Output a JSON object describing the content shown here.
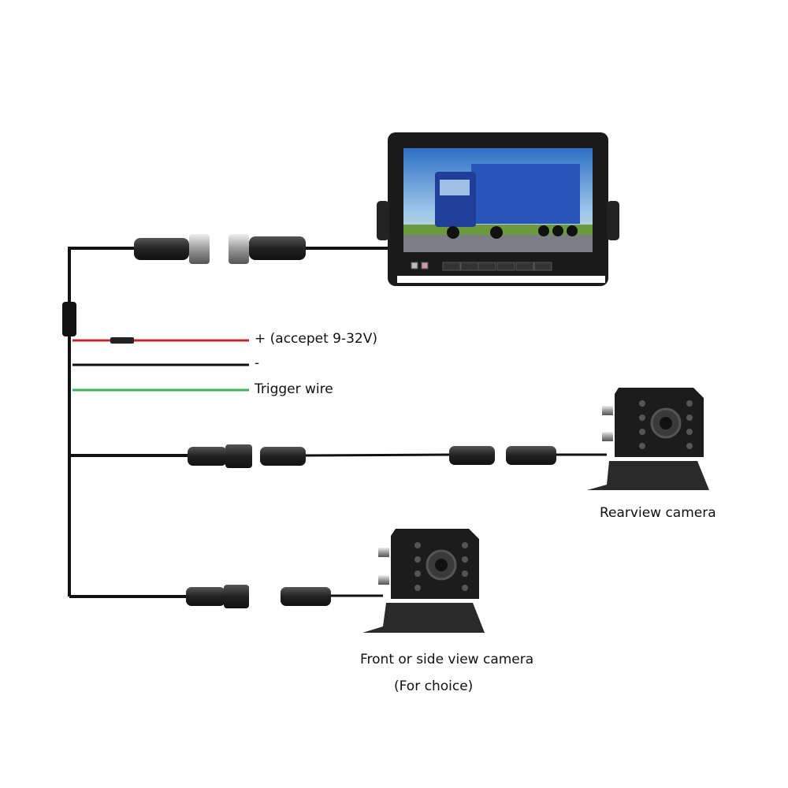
{
  "title": "Monitor and camera wiring diagram",
  "wires": {
    "power_positive": "+ (accepet 9-32V)",
    "power_negative": "-",
    "trigger": "Trigger wire"
  },
  "cameras": {
    "rear": "Rearview camera",
    "front_line1": "Front or side view camera",
    "front_line2": "(For choice)"
  },
  "colors": {
    "red_wire": "#c0282a",
    "black_wire": "#111111",
    "green_wire": "#3cb35a"
  }
}
